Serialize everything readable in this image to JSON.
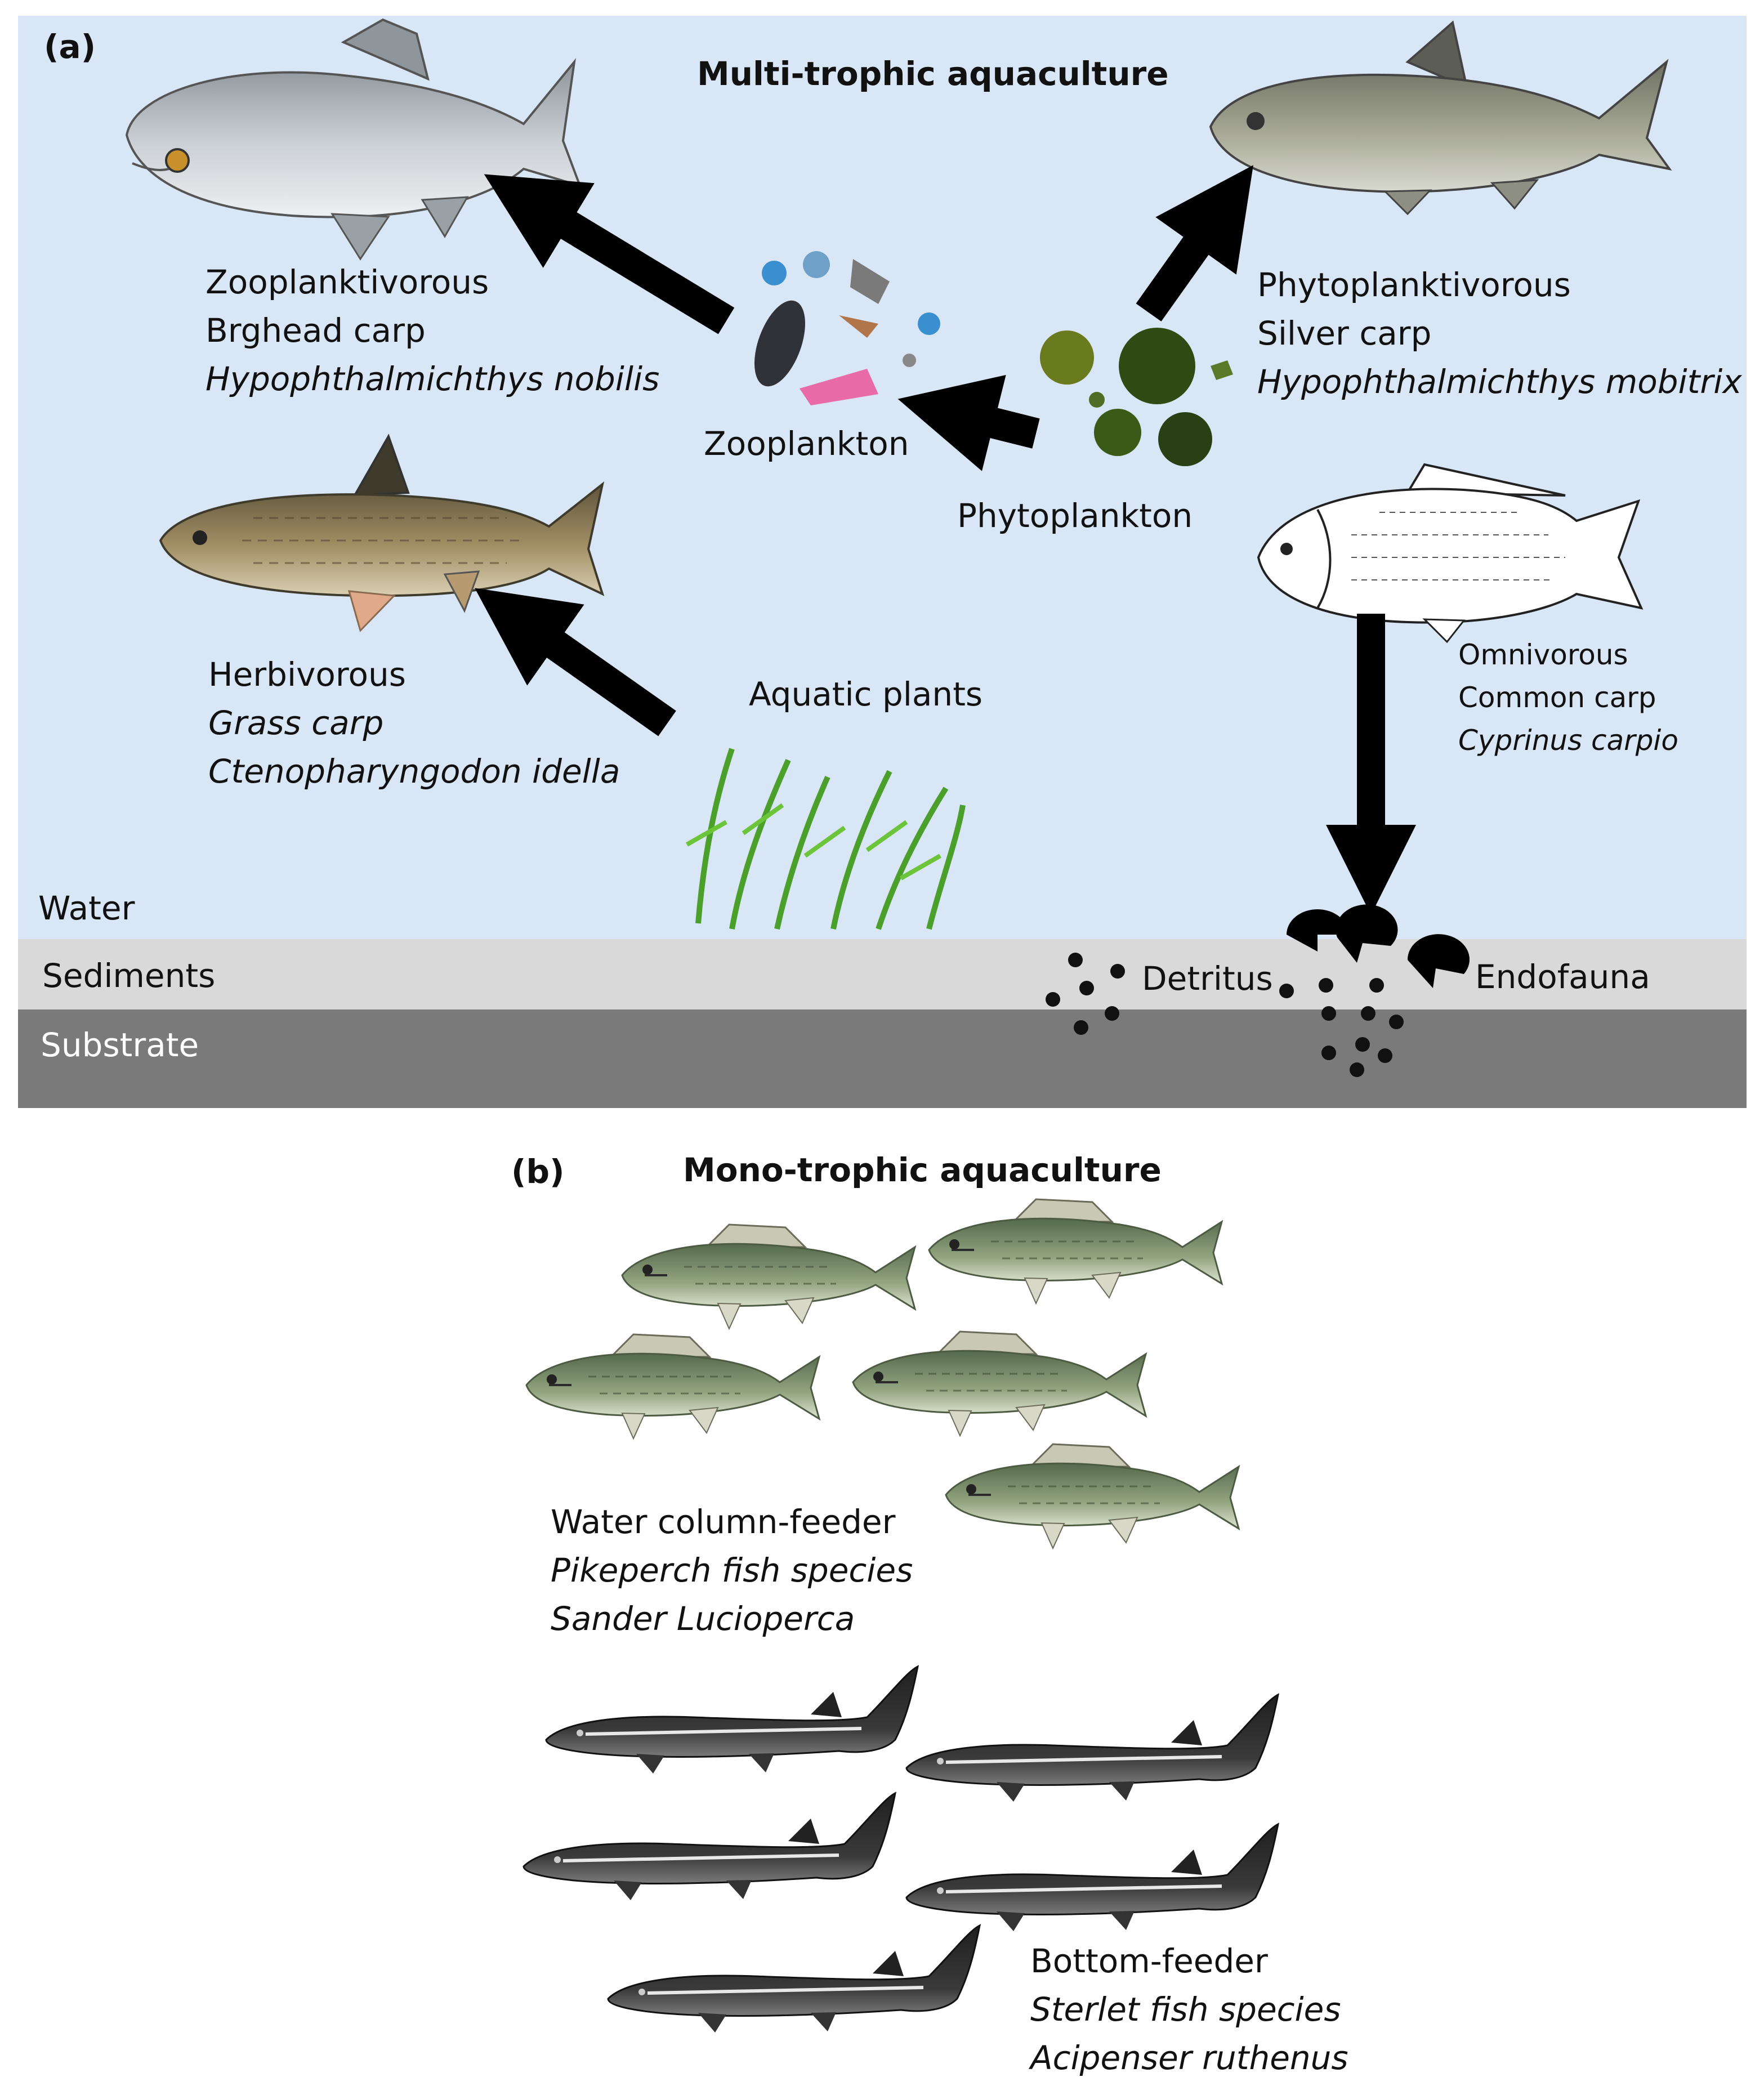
{
  "panel_a": {
    "tag": "(a)",
    "title": "Multi-trophic aquaculture",
    "zooplanktivorous": {
      "line1": "Zooplanktivorous",
      "line2": "Brghead carp",
      "line3": "Hypophthalmichthys nobilis"
    },
    "phytoplanktivorous": {
      "line1": "Phytoplanktivorous",
      "line2": "Silver carp",
      "line3": "Hypophthalmichthys mobitrix"
    },
    "herbivorous": {
      "line1": "Herbivorous",
      "line2": "Grass carp",
      "line3": "Ctenopharyngodon idella"
    },
    "omnivorous": {
      "line1": "Omnivorous",
      "line2": "Common carp",
      "line3": "Cyprinus carpio"
    },
    "zooplankton": "Zooplankton",
    "phytoplankton": "Phytoplankton",
    "aquatic_plants": "Aquatic plants",
    "detritus": "Detritus",
    "endofauna": "Endofauna",
    "layers": {
      "water": "Water",
      "sediments": "Sediments",
      "substrate": "Substrate"
    }
  },
  "panel_b": {
    "tag": "(b)",
    "title": "Mono-trophic aquaculture",
    "water_column": {
      "line1": "Water column-feeder",
      "line2": "Pikeperch fish species",
      "line3": "Sander Lucioperca"
    },
    "bottom": {
      "line1": "Bottom-feeder",
      "line2": "Sterlet fish species",
      "line3": "Acipenser ruthenus"
    }
  },
  "colors": {
    "water": "#d9e6f5",
    "sediments": "#d9d9d9",
    "substrate": "#7a7a7a",
    "arrow": "#000000"
  }
}
